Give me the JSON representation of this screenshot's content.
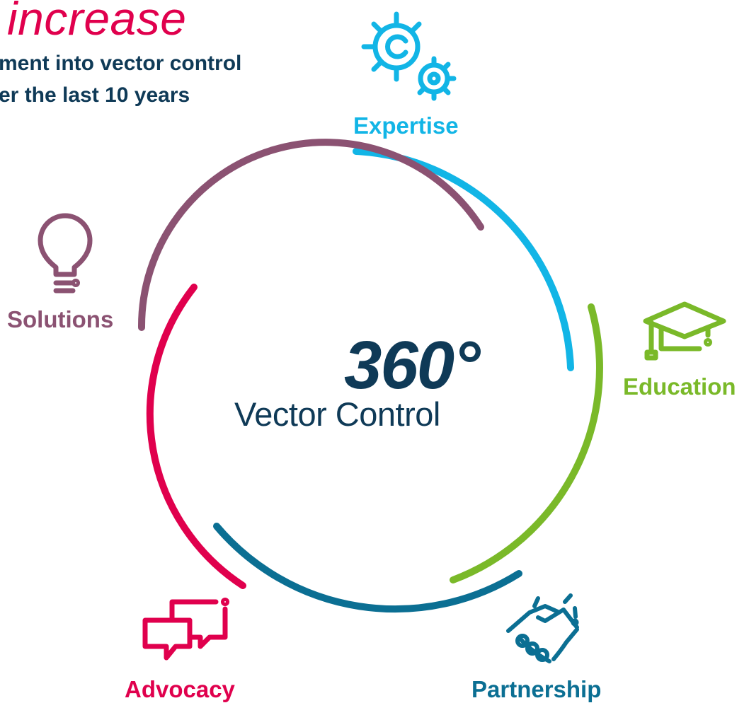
{
  "header": {
    "headline": "increase",
    "line1": "ment into vector control",
    "line2": "er the last 10 years"
  },
  "center": {
    "title": "360°",
    "subtitle": "Vector Control"
  },
  "segments": {
    "expertise": {
      "label": "Expertise",
      "icon": "gears-icon",
      "color": "#12b5e6"
    },
    "education": {
      "label": "Education",
      "icon": "graduation-cap-icon",
      "color": "#7ab929"
    },
    "partnership": {
      "label": "Partnership",
      "icon": "handshake-icon",
      "color": "#0b6f93"
    },
    "advocacy": {
      "label": "Advocacy",
      "icon": "speech-bubbles-icon",
      "color": "#e0004d"
    },
    "solutions": {
      "label": "Solutions",
      "icon": "lightbulb-icon",
      "color": "#8b5272"
    }
  },
  "colors": {
    "headline": "#e0004d",
    "dark_text": "#0f3a57"
  }
}
